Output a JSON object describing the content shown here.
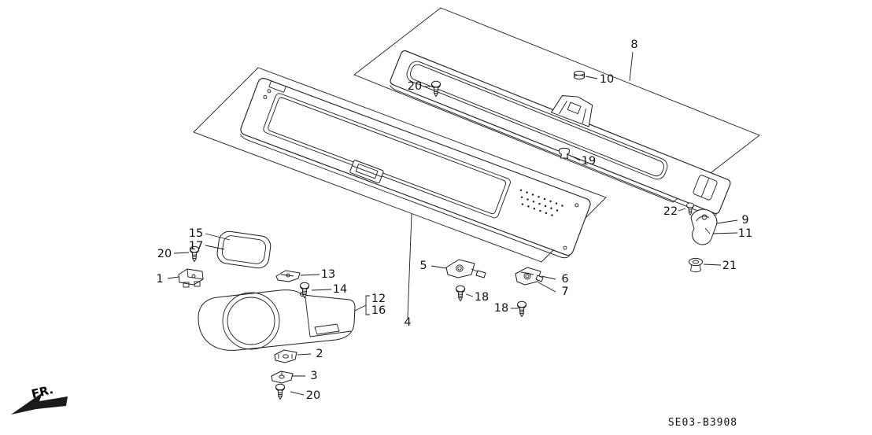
{
  "meta": {
    "background_color": "#ffffff",
    "line_color": "#1b1b1b",
    "drawing_type": "exploded-parts-diagram"
  },
  "footer": {
    "diagram_code": "SE03-B3908"
  },
  "orientation": {
    "front_label": "FR."
  },
  "callouts": {
    "c8": "8",
    "c10": "10",
    "c20_top": "20",
    "c19": "19",
    "c22": "22",
    "c9": "9",
    "c11": "11",
    "c21": "21",
    "c15": "15",
    "c17": "17",
    "c20_left": "20",
    "c1": "1",
    "c13": "13",
    "c14": "14",
    "c12": "12",
    "c16": "16",
    "c4": "4",
    "c5": "5",
    "c18_left": "18",
    "c6": "6",
    "c7": "7",
    "c18_right": "18",
    "c2": "2",
    "c3": "3",
    "c20_bottom": "20"
  }
}
